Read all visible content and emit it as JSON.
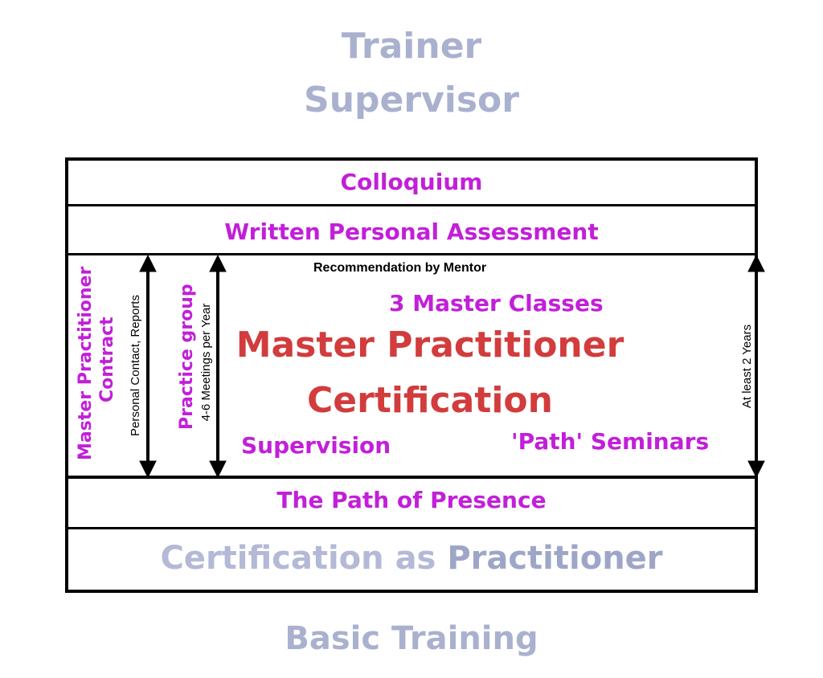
{
  "header": {
    "line1": "Trainer",
    "line2": "Supervisor"
  },
  "rows": {
    "colloquium": "Colloquium",
    "written_assessment": "Written Personal Assessment",
    "path_of_presence": "The Path of Presence",
    "certification_practitioner_a": "Certification as",
    "certification_practitioner_b": "Practitioner"
  },
  "main": {
    "recommendation": "Recommendation by Mentor",
    "master_classes": "3 Master Classes",
    "title_line1": "Master Practitioner",
    "title_line2": "Certification",
    "supervision": "Supervision",
    "path_seminars": "'Path' Seminars",
    "contract_line1": "Master Practitioner",
    "contract_line2": "Contract",
    "contract_note": "Personal Contact, Reports",
    "practice_group": "Practice group",
    "practice_note": "4-6 Meetings per Year",
    "duration": "At least 2 Years"
  },
  "footer": {
    "basic_training": "Basic Training"
  },
  "colors": {
    "purple": "#c21fd9",
    "red": "#d23c3c",
    "light_blue": "#aab1cf",
    "black": "#000000"
  }
}
